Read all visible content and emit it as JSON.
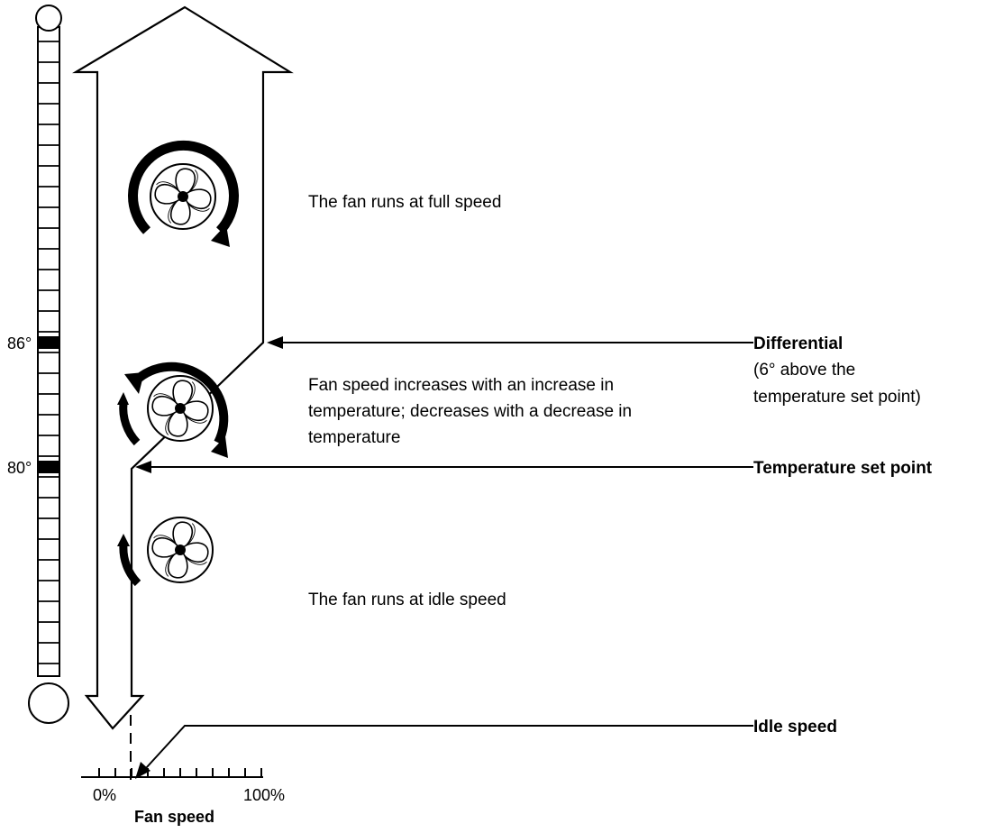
{
  "thermometer": {
    "marks": [
      {
        "label": "86°",
        "degrees": 86
      },
      {
        "label": "80°",
        "degrees": 80
      }
    ]
  },
  "zones": {
    "full": "The fan runs at full speed",
    "modulating": [
      "Fan speed increases with an increase in",
      "temperature; decreases with a decrease in",
      "temperature"
    ],
    "idle": "The fan runs at idle speed"
  },
  "callouts": {
    "differential": {
      "title": "Differential",
      "detail": [
        "(6° above the",
        "temperature set point)"
      ]
    },
    "set_point": "Temperature set point",
    "idle_speed": "Idle speed"
  },
  "axis": {
    "min_label": "0%",
    "max_label": "100%",
    "title": "Fan speed"
  },
  "colors": {
    "line": "#000000",
    "background": "#ffffff"
  }
}
